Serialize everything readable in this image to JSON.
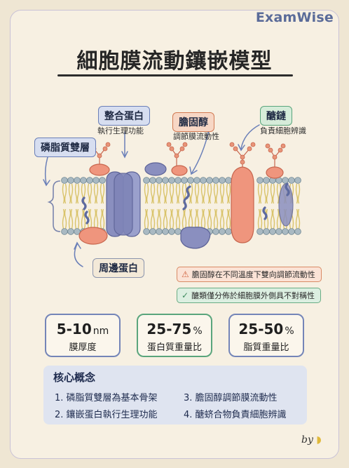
{
  "brand": "ExamWise",
  "title": "細胞膜流動鑲嵌模型",
  "labels": {
    "integral_protein": {
      "title": "整合蛋白",
      "sub": "執行生理功能"
    },
    "cholesterol": {
      "title": "膽固醇",
      "sub": "調節膜流動性"
    },
    "glycan": {
      "title": "醣鏈",
      "sub": "負責細胞辨識"
    },
    "bilayer": {
      "title": "磷脂質雙層"
    },
    "peripheral_protein": {
      "title": "周邊蛋白"
    }
  },
  "notes": {
    "warn": {
      "icon": "warning-icon",
      "text": "膽固醇在不同溫度下雙向調節流動性"
    },
    "ok": {
      "icon": "check-circle-icon",
      "text": "醣類僅分佈於細胞膜外側具不對稱性"
    }
  },
  "stats": [
    {
      "value": "5-10",
      "unit": "nm",
      "label": "膜厚度"
    },
    {
      "value": "25-75",
      "unit": "%",
      "label": "蛋白質重量比"
    },
    {
      "value": "25-50",
      "unit": "%",
      "label": "脂質重量比"
    }
  ],
  "core": {
    "title": "核心概念",
    "items": [
      "1. 磷脂質雙層為基本骨架",
      "3. 膽固醇調節膜流動性",
      "2. 鑲嵌蛋白執行生理功能",
      "4. 醣蛴合物負責細胞辨識"
    ]
  },
  "byline": "by",
  "colors": {
    "head": "#a9b9c2",
    "tail": "#d9c36a",
    "protein_purple": "#8a8fbf",
    "protein_salmon": "#e8806a",
    "cholesterol": "#5d6aa0",
    "accent_blue": "#5a6b99"
  }
}
